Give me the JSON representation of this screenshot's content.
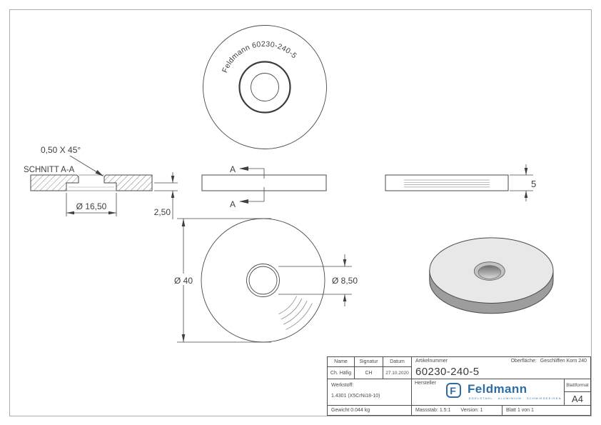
{
  "drawing": {
    "top_view": {
      "marking": "Feldmann 60230-240-5"
    },
    "section_view": {
      "title": "SCHNITT A-A",
      "chamfer_note": "0,50 X 45°",
      "dim_counterbore": "Ø 16,50",
      "dim_depth": "2,50"
    },
    "side_view": {
      "cut_label": "A"
    },
    "front_view": {
      "dim_outer": "Ø 40",
      "dim_hole": "Ø 8,50"
    },
    "thickness_view": {
      "dim_thickness": "5"
    }
  },
  "title_block": {
    "name_label": "Name",
    "name_value": "Ch. Häfig",
    "signature_label": "Signatur",
    "signature_value": "CH",
    "date_label": "Datum",
    "date_value": "27.10.2020",
    "article_label": "Artikelnummer",
    "article_number": "60230-240-5",
    "surface_label": "Oberfläche:",
    "surface_value": "Geschliffen Korn 240",
    "material_label": "Werkstoff:",
    "material_value": "1.4301 (X5CrNi18-10)",
    "manufacturer_label": "Hersteller",
    "brand_name": "Feldmann",
    "brand_tagline": "EDELSTAHL · ALUMINIUM · SCHMIEDEEISEN",
    "weight_value": "Gewicht 0.044 kg",
    "scale_value": "Massstab: 1.5:1",
    "version_value": "Version: 1",
    "sheet_value": "Blatt 1 von 1",
    "format_label": "Blattformat",
    "format_value": "A4"
  },
  "colors": {
    "brand_blue": "#2e6da3",
    "line_dark": "#4a4a4a"
  }
}
